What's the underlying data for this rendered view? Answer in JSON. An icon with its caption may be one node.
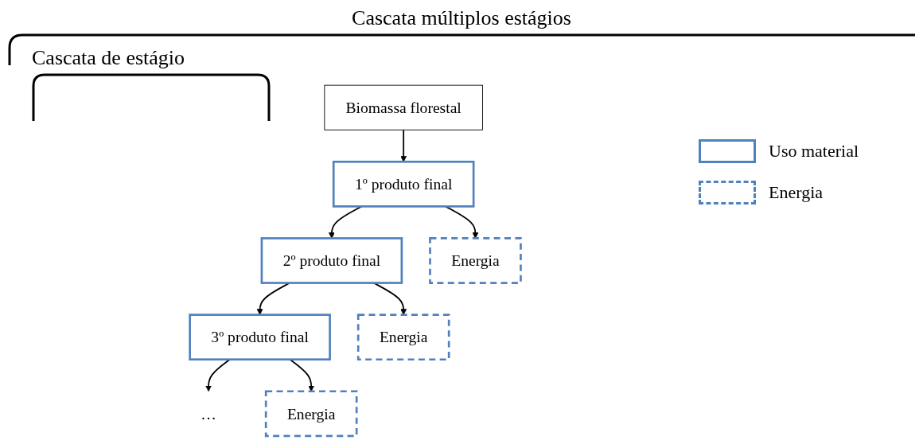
{
  "diagram": {
    "nodes": [
      {
        "text": [
          "Biomassa florestal"
        ]
      },
      {
        "text": [
          "1º produto final"
        ]
      },
      {
        "text": [
          "2º produto final"
        ]
      },
      {
        "text": [
          "3º produto final"
        ]
      },
      {
        "text": [
          "Energia"
        ]
      },
      {
        "text": [
          "Energia"
        ]
      },
      {
        "text": [
          "Energia"
        ]
      },
      {
        "text": [
          "…"
        ]
      }
    ],
    "edges": [
      {
        "from": 0,
        "to": 1,
        "arrow": "to"
      },
      {
        "from": 1,
        "to": 2,
        "arrow": "to"
      },
      {
        "from": 2,
        "to": 3,
        "arrow": "to"
      },
      {
        "from": 3,
        "to": 7,
        "arrow": "to"
      },
      {
        "from": 1,
        "to": 4,
        "arrow": "to"
      },
      {
        "from": 2,
        "to": 5,
        "arrow": "to"
      },
      {
        "from": 3,
        "to": 6,
        "arrow": "to"
      }
    ],
    "labels": [
      "Cascata múltiplos estágios",
      "Cascata de estágio"
    ],
    "legend": [
      {
        "text": "Uso material"
      },
      {
        "text": "Energia"
      }
    ]
  }
}
